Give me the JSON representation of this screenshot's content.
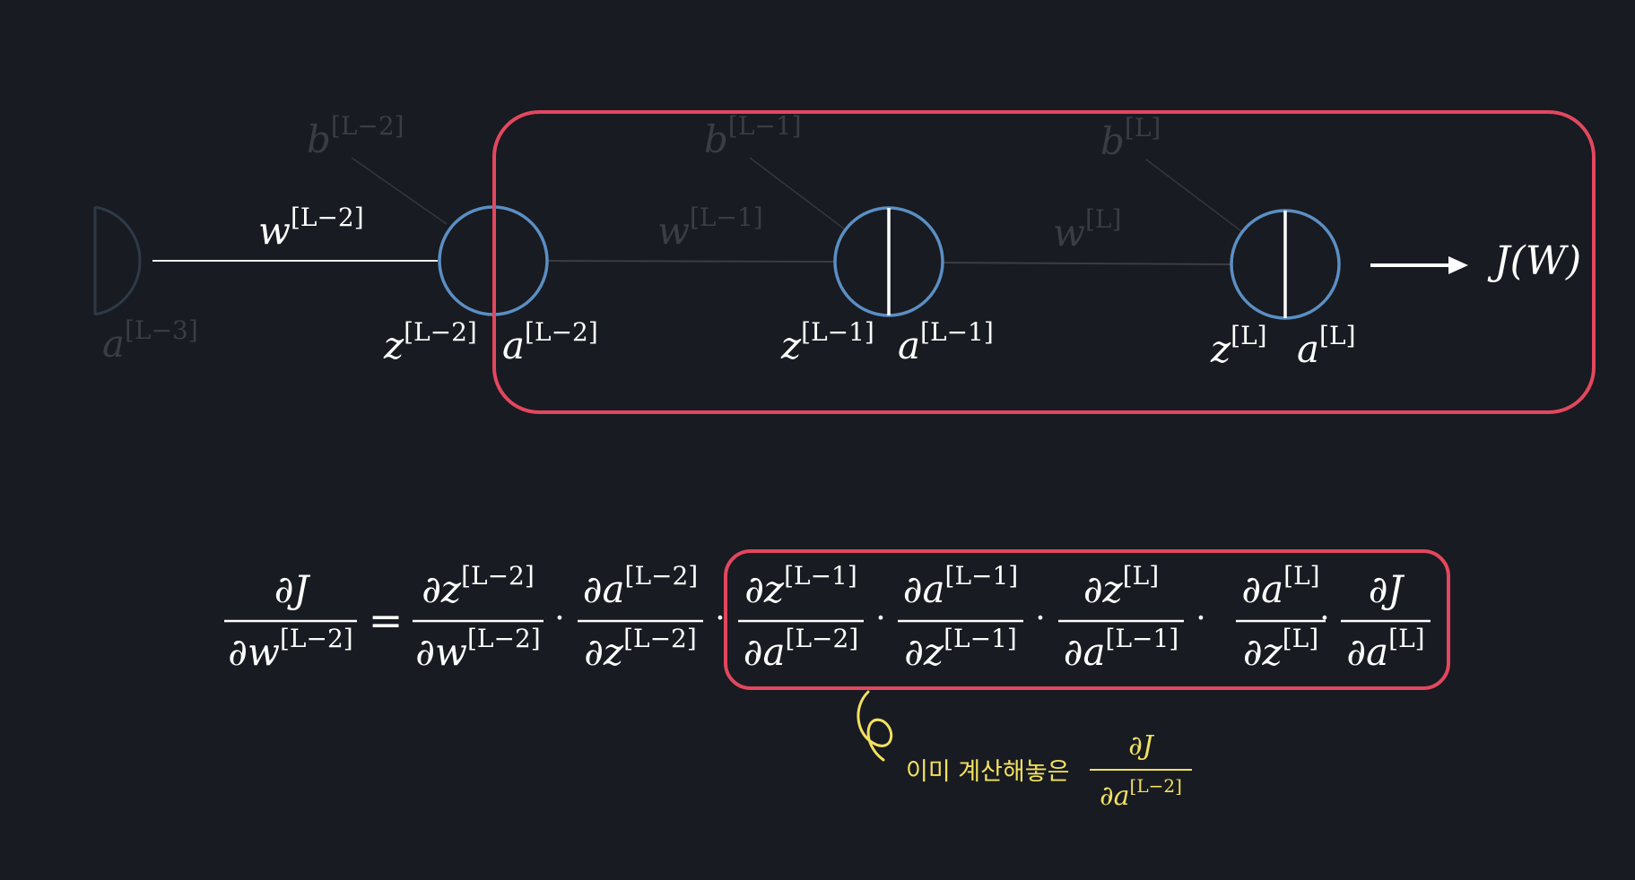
{
  "colors": {
    "background": "#181b21",
    "node_stroke": "#5b8fc4",
    "highlight_box": "#e3475f",
    "active_text": "#ffffff",
    "faded_text": "#3a3d43",
    "annotation": "#f2e160"
  },
  "network": {
    "input_node": {
      "label": "a",
      "sup": "[L−3]"
    },
    "weights": [
      {
        "label": "w",
        "sup": "[L−2]"
      },
      {
        "label": "w",
        "sup": "[L−1]"
      },
      {
        "label": "w",
        "sup": "[L]"
      }
    ],
    "biases": [
      {
        "label": "b",
        "sup": "[L−2]"
      },
      {
        "label": "b",
        "sup": "[L−1]"
      },
      {
        "label": "b",
        "sup": "[L]"
      }
    ],
    "nodes": [
      {
        "z": "z",
        "z_sup": "[L−2]",
        "a": "a",
        "a_sup": "[L−2]"
      },
      {
        "z": "z",
        "z_sup": "[L−1]",
        "a": "a",
        "a_sup": "[L−1]"
      },
      {
        "z": "z",
        "z_sup": "[L]",
        "a": "a",
        "a_sup": "[L]"
      }
    ],
    "output": "J(W)"
  },
  "equation": {
    "lhs": {
      "num": "∂J",
      "den_base": "∂w",
      "den_sup": "[L−2]"
    },
    "equals": "=",
    "dot": "·",
    "terms": [
      {
        "num_base": "∂z",
        "num_sup": "[L−2]",
        "den_base": "∂w",
        "den_sup": "[L−2]"
      },
      {
        "num_base": "∂a",
        "num_sup": "[L−2]",
        "den_base": "∂z",
        "den_sup": "[L−2]"
      },
      {
        "num_base": "∂z",
        "num_sup": "[L−1]",
        "den_base": "∂a",
        "den_sup": "[L−2]"
      },
      {
        "num_base": "∂a",
        "num_sup": "[L−1]",
        "den_base": "∂z",
        "den_sup": "[L−1]"
      },
      {
        "num_base": "∂z",
        "num_sup": "[L]",
        "den_base": "∂a",
        "den_sup": "[L−1]"
      },
      {
        "num_base": "∂a",
        "num_sup": "[L]",
        "den_base": "∂z",
        "den_sup": "[L]"
      },
      {
        "num_base": "∂J",
        "num_sup": "",
        "den_base": "∂a",
        "den_sup": "[L]"
      }
    ]
  },
  "annotation": {
    "text": "이미 계산해놓은",
    "frac_num": "∂J",
    "frac_den_base": "∂a",
    "frac_den_sup": "[L−2]"
  }
}
